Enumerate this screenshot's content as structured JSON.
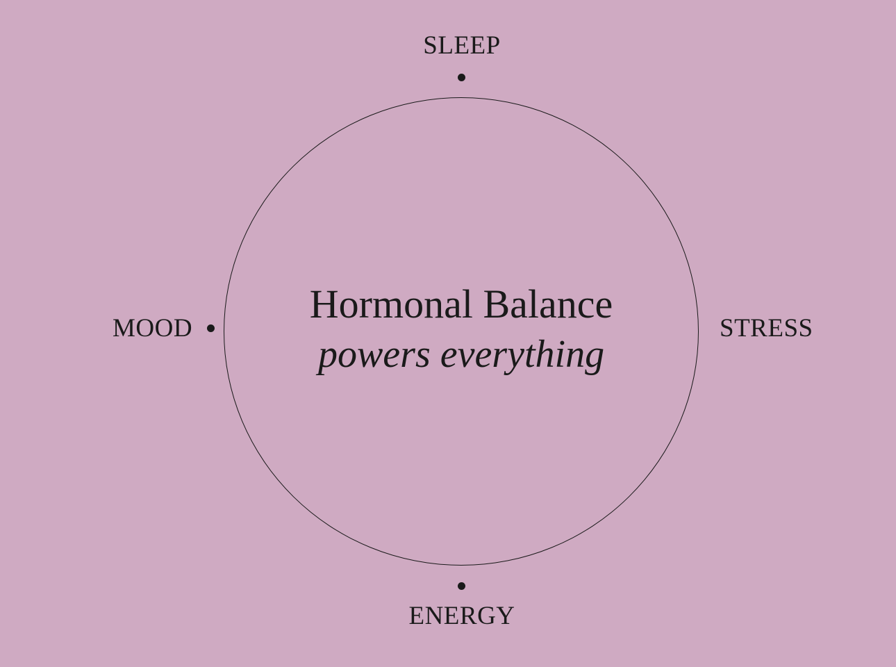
{
  "diagram": {
    "center": {
      "headline": "Hormonal Balance",
      "tagline": "powers everything"
    },
    "nodes": {
      "top": "SLEEP",
      "right": "STRESS",
      "bottom": "ENERGY",
      "left": "MOOD"
    }
  },
  "colors": {
    "background": "#cfaac2",
    "ink": "#1a1a1a"
  }
}
